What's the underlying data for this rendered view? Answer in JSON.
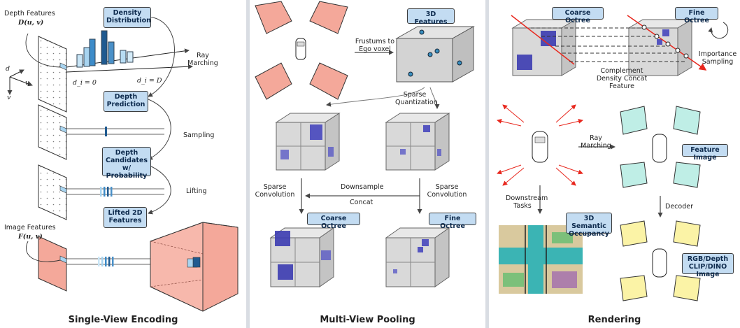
{
  "panel1": {
    "title": "Single-View Encoding",
    "depth_features_label": "Depth Features",
    "depth_features_math": "D(u, v)",
    "box_density": "Density Distribution",
    "ray_marching": "Ray Marching",
    "axis_d": "d",
    "axis_u": "u",
    "axis_v": "v",
    "di_zero": "d_i = 0",
    "di_D": "d_i = D",
    "box_depth_pred": "Depth Prediction",
    "sampling": "Sampling",
    "box_depth_cand": "Depth Candidates w/ Probability",
    "lifting": "Lifting",
    "box_lifted": "Lifted 2D Features",
    "image_features_label": "Image Features",
    "image_features_math": "F(u, v)"
  },
  "panel2": {
    "title": "Multi-View Pooling",
    "box_3d": "3D Features",
    "frustums": "Frustums to Ego voxel",
    "sparse_quant": "Sparse Quantization",
    "downsample": "Downsample",
    "concat": "Concat",
    "sparse_conv_left": "Sparse Convolution",
    "sparse_conv_right": "Sparse Convolution",
    "box_coarse": "Coarse Octree",
    "box_fine": "Fine Octree"
  },
  "panel3": {
    "title": "Rendering",
    "box_coarse": "Coarse Octree",
    "box_fine": "Fine Octree",
    "importance": "Importance Sampling",
    "complement": "Complement Density Concat Feature",
    "ray_marching": "Ray Marching",
    "box_feature_image": "Feature Image",
    "downstream": "Downstream Tasks",
    "decoder": "Decoder",
    "box_semantic": "3D Semantic Occupancy",
    "box_rgb": "RGB/Depth CLIP/DINO Image"
  },
  "colors": {
    "box_fill": "#c3dcf2",
    "frustum_red": "#f4a89a",
    "feature_cyan": "#bfeee6",
    "rgb_yellow": "#fbf3a6",
    "voxel_blue": "#3b3bb0",
    "ray_red": "#e8281e",
    "divider": "#d9dde3"
  }
}
